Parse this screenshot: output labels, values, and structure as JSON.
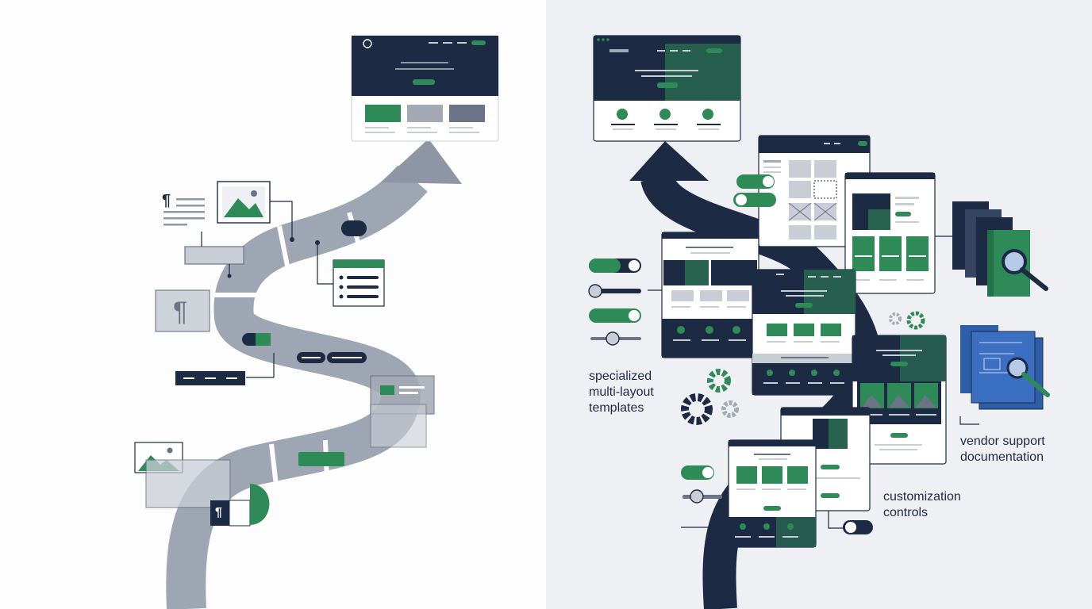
{
  "colors": {
    "navy": "#1d2a44",
    "green": "#2e8b57",
    "gray_path": "#8e96a6",
    "light_gray": "#c9ced6",
    "panel_bg_right": "#eef0f3",
    "white": "#ffffff"
  },
  "icons": {
    "wordpress_logo": "wordpress-logo-icon",
    "paragraph": "paragraph-icon",
    "image": "image-icon",
    "gear": "gear-icon",
    "magnifier": "magnifier-icon",
    "book": "book-icon",
    "toggle": "toggle-switch-icon",
    "slider": "slider-icon"
  },
  "glyphs": {
    "paragraph": "¶"
  },
  "labels": {
    "templates": "specialized\nmulti-layout\ntemplates",
    "documentation": "vendor support\ndocumentation",
    "controls": "customization\ncontrols"
  }
}
